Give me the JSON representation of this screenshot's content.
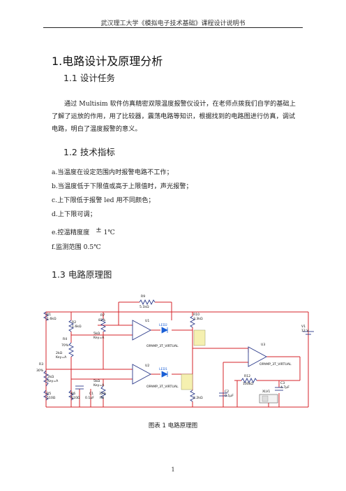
{
  "header": {
    "title": "武汉理工大学《模拟电子技术基础》课程设计说明书"
  },
  "section1": {
    "title": "1.电路设计及原理分析"
  },
  "section1_1": {
    "title": "1.1 设计任务",
    "body": "通过 Multisim 软件仿真精密双限温度报警仪设计，在老师点拨我们自学的基础上了解了运放的作用，用了比较器，震荡电路等知识，根据找到的电路图进行仿真，调试电路，明白了温度报警的意义。"
  },
  "section1_2": {
    "title": "1.2 技术指标",
    "items": [
      "a.当温度在设定范围内时报警电路不工作；",
      "b.当温度低于下限值或高于上限值时，声光报警；",
      "c.上下限低于报警 led 用不同颜色；",
      "d.上下限可调；",
      "e.控温精度度 ",
      "f.监测范围 0.5℃"
    ],
    "tolerance": {
      "sign": "±",
      "value": "1℃"
    }
  },
  "section1_3": {
    "title": "1.3 电路原理图"
  },
  "schematic": {
    "labels": {
      "r9": "R9",
      "r9v": "5.1kΩ",
      "r1": "R1",
      "r1v": "1.6kΩ",
      "r2": "R2",
      "r2v": "1.6kΩ",
      "r7": "R7",
      "r7p": "82%",
      "r7v": "5kΩ",
      "r7k": "Key=A",
      "r4": "R4",
      "r4p": "70%",
      "r4v": "2kΩ",
      "r4k": "Key=A",
      "r3": "R3",
      "r3p": "30%",
      "r3v": "2kΩ",
      "r3k": "Key=A",
      "r5": "R5",
      "r5v": "510Ω",
      "r6": "R6",
      "r6v": "510Ω",
      "c1": "C1",
      "c1v": "0.1μF",
      "r8": "R8",
      "r8p": "32%",
      "r8v": "5kΩ",
      "r8k": "Key=A",
      "r10": "R10",
      "r10v": "3.3kΩ",
      "r11": "R11",
      "r11v": "2.2kΩ",
      "u1": "U1",
      "u1n": "OPAMP_3T_VIRTUAL",
      "u2": "U2",
      "u2n": "OPAMP_3T_VIRTUAL",
      "u3": "U3",
      "u3n": "OPAMP_3T_VIRTUAL",
      "led2": "LED2",
      "led1": "LED1",
      "r12": "R12",
      "r12v": "100kΩ",
      "c2": "C2",
      "c2v": "0.1μF",
      "c3": "C3",
      "c3v": "4.7μF",
      "v1": "V1",
      "v1v": "12 V",
      "xlv1": "XLV1"
    },
    "colors": {
      "wire": "#d6232a",
      "component": "#2b3a8a",
      "led": "#1a5fd6",
      "probe": "#f5f0b0"
    }
  },
  "figure_caption": "图表 1 电路原理图",
  "page_number": "1"
}
